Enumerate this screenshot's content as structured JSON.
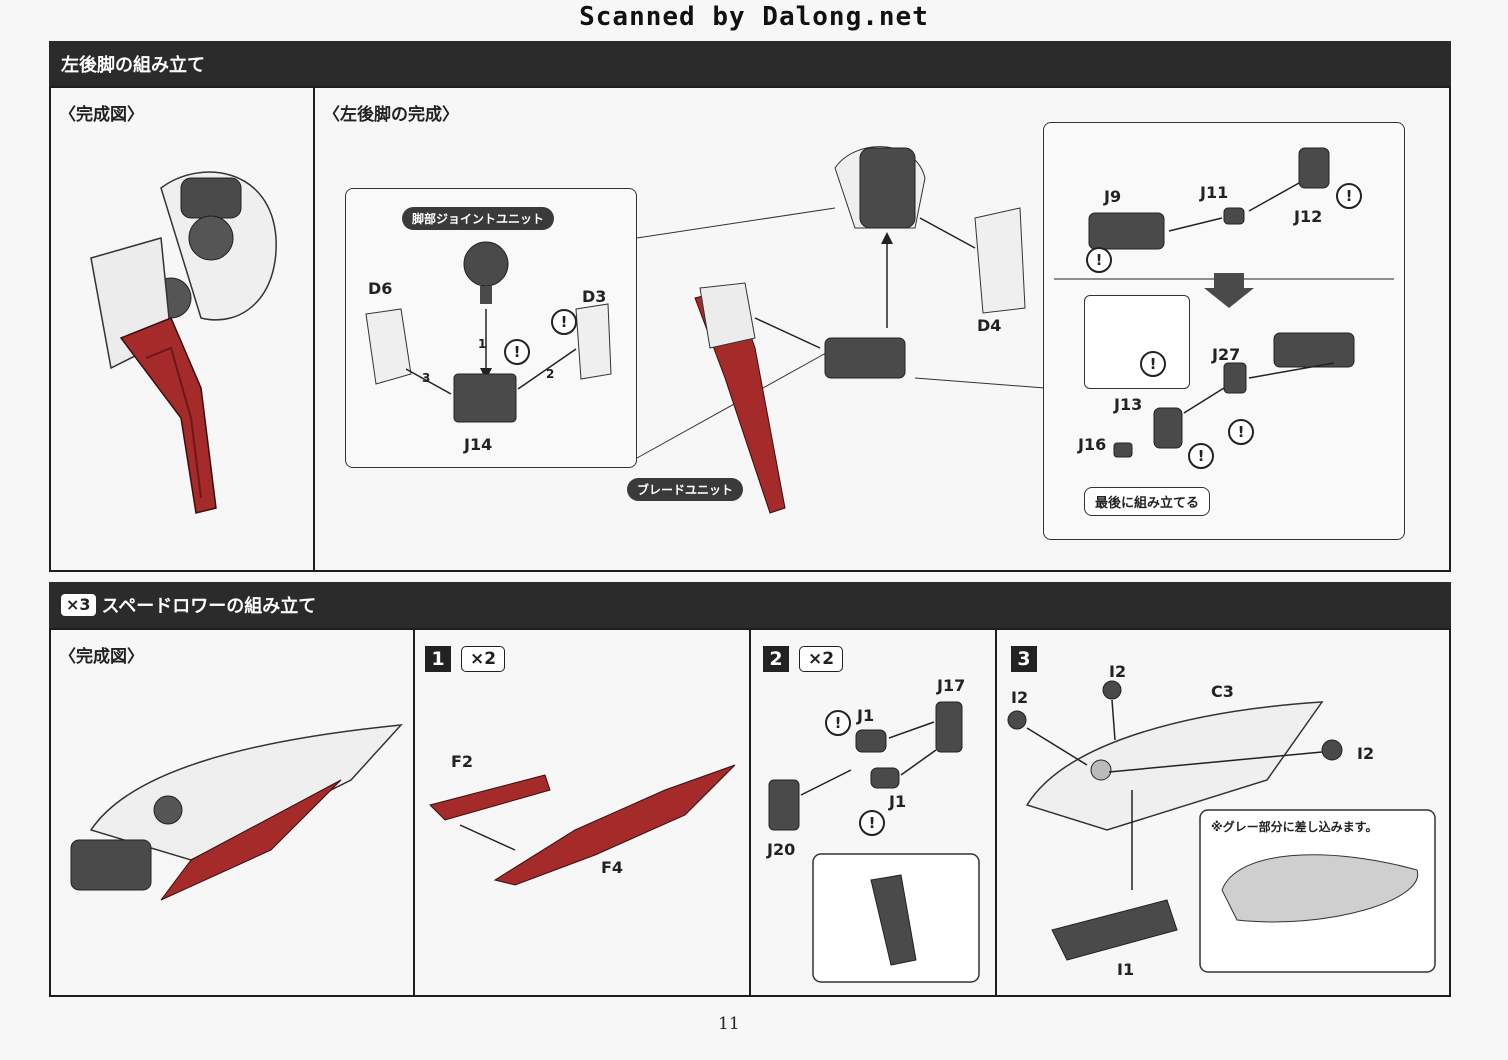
{
  "watermark": "Scanned by Dalong.net",
  "section1": {
    "title": "左後脚の組み立て",
    "panel_complete_title": "〈完成図〉",
    "panel_assembly_title": "〈左後脚の完成〉",
    "callout_left": {
      "label": "脚部ジョイントユニット",
      "parts": [
        "D6",
        "D3",
        "J14"
      ],
      "steps": [
        "1",
        "2",
        "3"
      ]
    },
    "blade_label": "ブレードユニット",
    "center_parts": [
      "D4"
    ],
    "callout_right": {
      "top_parts": [
        "J9",
        "J11",
        "J12"
      ],
      "bottom_parts": [
        "J27",
        "J13",
        "J16"
      ],
      "last_label": "最後に組み立てる"
    }
  },
  "section2": {
    "multiplier": "×3",
    "title": "スペードロワーの組み立て",
    "panel_complete_title": "〈完成図〉",
    "step1": {
      "num": "1",
      "mult": "×2",
      "parts": [
        "F2",
        "F4"
      ]
    },
    "step2": {
      "num": "2",
      "mult": "×2",
      "parts": [
        "J17",
        "J1",
        "J1",
        "J20"
      ]
    },
    "step3": {
      "num": "3",
      "parts": [
        "I2",
        "I2",
        "C3",
        "I2",
        "I1"
      ],
      "note": "※グレー部分に差し込みます。"
    }
  },
  "page_number": "11",
  "colors": {
    "header_bg": "#2b2b2b",
    "red_part": "#a52a2a",
    "gray_part": "#4a4a4a",
    "white_part": "#efefef"
  },
  "icons": [
    "warning-icon",
    "step-arrow-icon",
    "down-arrow-icon"
  ]
}
